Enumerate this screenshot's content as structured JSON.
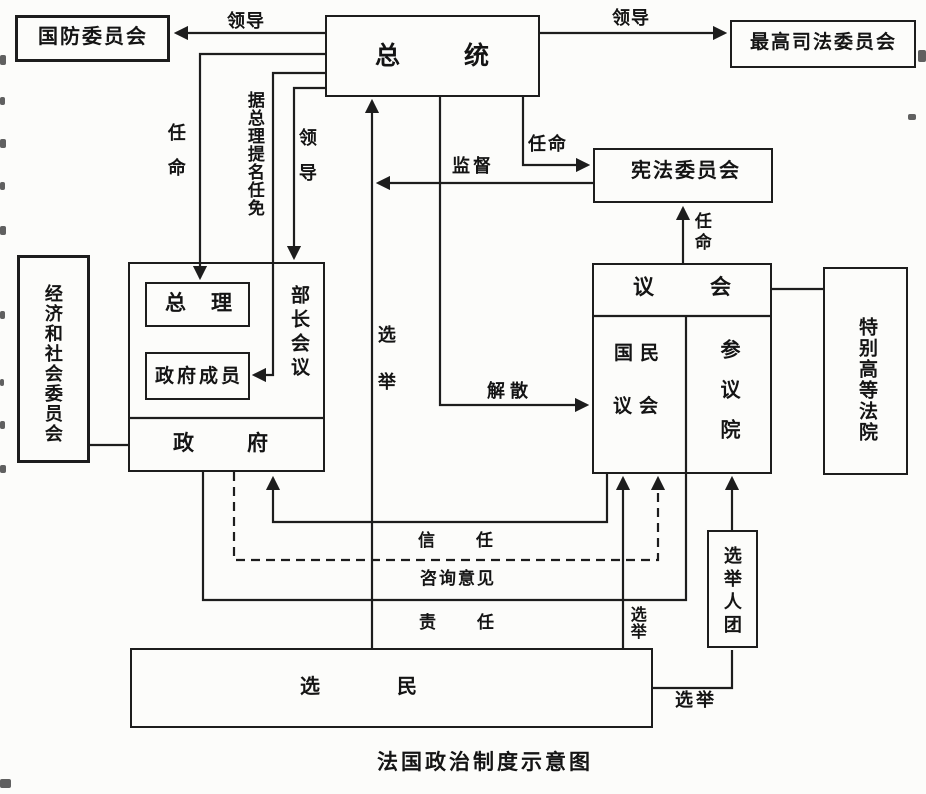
{
  "title": "法国政治制度示意图",
  "colors": {
    "ink": "#1d1d1d",
    "paper": "#fcfcfa"
  },
  "nodes": {
    "defense_committee": {
      "label": "国防委员会"
    },
    "president": {
      "label": "总统"
    },
    "supreme_judicial_council": {
      "label": "最高司法委员会"
    },
    "constitutional_council": {
      "label": "宪法委员会"
    },
    "parliament": {
      "label": "议会"
    },
    "national_assembly": {
      "line1": "国民",
      "line2": "议会"
    },
    "senate": {
      "label": "参议院"
    },
    "special_high_court": {
      "label": "特别高等法院"
    },
    "economic_social_council": {
      "label": "经济和社会委员会"
    },
    "premier": {
      "label": "总理"
    },
    "government_members": {
      "label": "政府成员"
    },
    "council_of_ministers": {
      "label": "部长会议"
    },
    "government": {
      "label": "政府"
    },
    "electorate": {
      "label": "选民"
    },
    "electoral_college": {
      "label": "选举人团"
    }
  },
  "edges": {
    "president_leads_defense": {
      "label": "领导",
      "from": "president",
      "to": "defense_committee"
    },
    "president_leads_judicial": {
      "label": "领导",
      "from": "president",
      "to": "supreme_judicial_council"
    },
    "president_appoints_premier": {
      "label": "任命",
      "from": "president",
      "to": "premier"
    },
    "appoint_on_premier_nomination": {
      "label": "据总理提名任免",
      "from": "president",
      "to": "government_members"
    },
    "president_leads_council_of_ministers": {
      "label": "领导",
      "from": "president",
      "to": "council_of_ministers"
    },
    "electorate_elects_president": {
      "label": "选举",
      "from": "electorate",
      "to": "president"
    },
    "council_supervises_election": {
      "label": "监督",
      "from": "constitutional_council",
      "to": "electorate_elects_president"
    },
    "president_appoints_constitutional_council": {
      "label": "任命",
      "from": "president",
      "to": "constitutional_council"
    },
    "parliament_appoints_constitutional_council": {
      "label": "任命",
      "from": "parliament",
      "to": "constitutional_council"
    },
    "president_dissolves_assembly": {
      "label": "解散",
      "from": "president",
      "to": "national_assembly"
    },
    "confidence": {
      "label": "信任",
      "from": "parliament",
      "to": "government"
    },
    "advisory_opinion": {
      "label": "咨询意见",
      "from": "government",
      "to": "national_assembly"
    },
    "responsibility": {
      "label": "责任",
      "from": "government",
      "to": "parliament"
    },
    "electorate_elects_assembly": {
      "label": "选举",
      "from": "electorate",
      "to": "national_assembly"
    },
    "electorate_elects_college": {
      "label": "选举",
      "from": "electorate",
      "to": "electoral_college"
    },
    "college_elects_senate": {
      "from": "electoral_college",
      "to": "senate"
    },
    "parliament_special_court_link": {
      "from": "parliament",
      "to": "special_high_court"
    },
    "economic_council_government_link": {
      "from": "economic_social_council",
      "to": "government"
    }
  }
}
